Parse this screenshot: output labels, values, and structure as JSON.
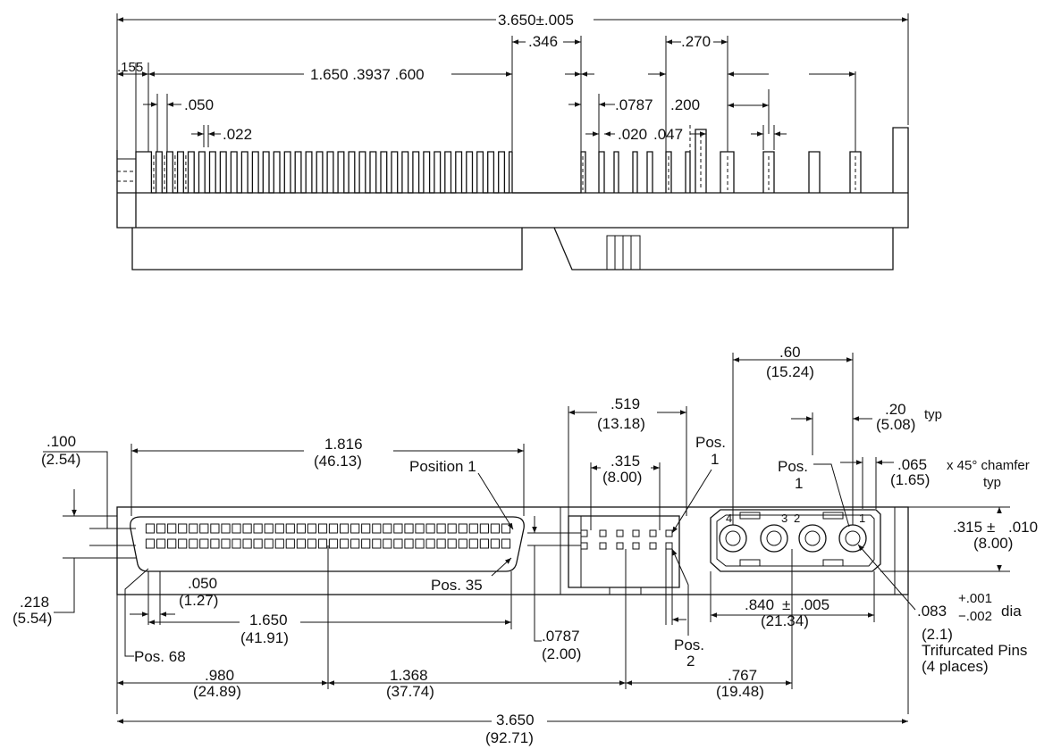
{
  "top_view": {
    "overall_length": "3.650±.005",
    "d_155": ".155",
    "d_contact_span": "1.650 .3937 .600",
    "d_346": ".346",
    "d_270": ".270",
    "d_050": ".050",
    "d_022": ".022",
    "d_0787": ".0787",
    "d_200": ".200",
    "d_020": ".020",
    "d_047": ".047",
    "left_contact_count": 34,
    "left_contact_pitch_in": 0.05
  },
  "bottom_view": {
    "d_100": ".100",
    "d_100_mm": "(2.54)",
    "d_1816": "1.816",
    "d_1816_mm": "(46.13)",
    "position_1": "Position 1",
    "d_218": ".218",
    "d_218_mm": "(5.54)",
    "d_050": ".050",
    "d_050_mm": "(1.27)",
    "pos_35": "Pos. 35",
    "d_1650": "1.650",
    "d_1650_mm": "(41.91)",
    "pos_68": "Pos. 68",
    "d_980": ".980",
    "d_980_mm": "(24.89)",
    "d_1368": "1.368",
    "d_1368_mm": "(37.74)",
    "d_3650": "3.650",
    "d_3650_mm": "(92.71)",
    "d_519": ".519",
    "d_519_mm": "(13.18)",
    "d_315": ".315",
    "d_315_mm": "(8.00)",
    "pos_word": "Pos.",
    "pos1_num": "1",
    "pos2_num": "2",
    "d_0787": ".0787",
    "d_0787_mm": "(2.00)",
    "d_767": ".767",
    "d_767_mm": "(19.48)",
    "d_60": ".60",
    "d_60_mm": "(15.24)",
    "d_20": ".20",
    "d_20_mm": "(5.08)",
    "typ": "typ",
    "d_065": ".065",
    "d_065_mm": "(1.65)",
    "chamfer": "x 45° chamfer",
    "d_315b": ".315",
    "pm": "±",
    "tol_010": ".010",
    "d_315b_mm": "(8.00)",
    "d_840": ".840",
    "tol_005": ".005",
    "d_840_mm": "(21.34)",
    "d_083": ".083",
    "tol_plus": "+.001",
    "tol_minus": "−.002",
    "dia": "dia",
    "d_083_mm": "(2.1)",
    "trifurcated": "Trifurcated Pins",
    "places": "(4 places)",
    "pin_4": "4",
    "pin_3": "3",
    "pin_2": "2",
    "pin_1": "1",
    "row_contacts": 34
  }
}
